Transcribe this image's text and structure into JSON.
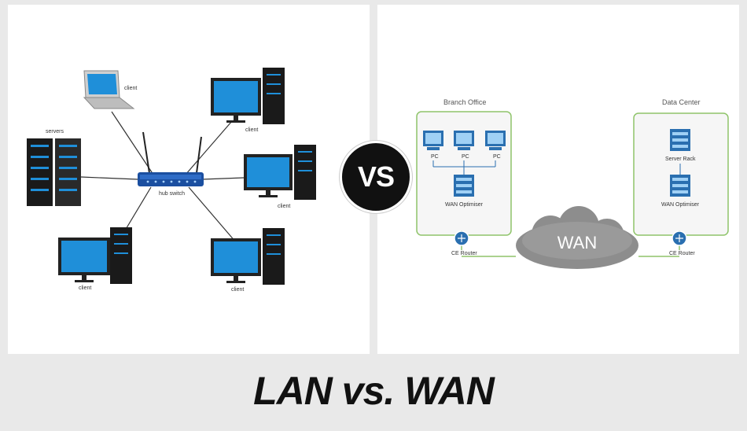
{
  "lan": {
    "servers_label": "servers",
    "switch_label": "hub switch",
    "clients": [
      "client",
      "client",
      "client",
      "client",
      "client"
    ]
  },
  "wan": {
    "branch_title": "Branch Office",
    "datacenter_title": "Data Center",
    "pc_labels": [
      "PC",
      "PC",
      "PC"
    ],
    "optimiser_label": "WAN Optimiser",
    "server_rack_label": "Server Rack",
    "router_label": "CE Router",
    "cloud_label": "WAN"
  },
  "vs_label": "VS",
  "title": "LAN vs. WAN",
  "colors": {
    "screen": "#1f8fd9",
    "tower": "#1a1a1a",
    "switch": "#1b4fa0",
    "box_border": "#8fc46a",
    "cloud": "#8d8d8d"
  }
}
